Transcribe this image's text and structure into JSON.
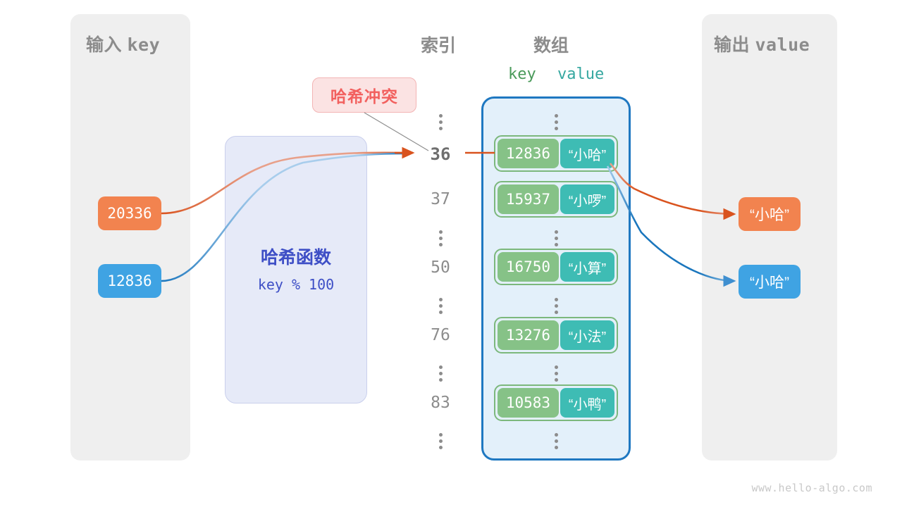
{
  "diagram": {
    "watermark": "www.hello-algo.com"
  },
  "input_panel": {
    "title_cn": "输入",
    "title_mono": "key",
    "keys": [
      {
        "value": "20336",
        "color": "#f2834f"
      },
      {
        "value": "12836",
        "color": "#3fa3e3"
      }
    ]
  },
  "hash_function": {
    "name": "哈希函数",
    "expression": "key % 100"
  },
  "collision": {
    "label": "哈希冲突"
  },
  "headers": {
    "index": "索引",
    "array": "数组",
    "key": "key",
    "value": "value"
  },
  "index_column": [
    "⋮",
    "36",
    "37",
    "⋮",
    "50",
    "⋮",
    "76",
    "⋮",
    "83",
    "⋮"
  ],
  "highlighted_index": "36",
  "buckets": [
    {
      "index": "36",
      "key": "12836",
      "value": "“小哈”"
    },
    {
      "index": "37",
      "key": "15937",
      "value": "“小啰”"
    },
    {
      "index": "50",
      "key": "16750",
      "value": "“小算”"
    },
    {
      "index": "76",
      "key": "13276",
      "value": "“小法”"
    },
    {
      "index": "83",
      "key": "10583",
      "value": "“小鸭”"
    }
  ],
  "output_panel": {
    "title_cn": "输出",
    "title_mono": "value",
    "values": [
      {
        "value": "“小哈”",
        "color": "#f2834f"
      },
      {
        "value": "“小哈”",
        "color": "#3fa3e3"
      }
    ]
  },
  "colors": {
    "panel_bg": "#efefef",
    "array_bg": "#e3f0fa",
    "array_border": "#1f78c1",
    "key_cell": "#86c287",
    "value_cell": "#3ebcb4",
    "bucket_border": "#7cb87c",
    "hash_bg": "#e1e5f7",
    "hash_text": "#3e4fc6",
    "collision_bg": "#fbe3e3",
    "collision_text": "#f2605e",
    "orange": "#f2834f",
    "blue": "#3fa3e3",
    "muted_text": "#8c8c8c"
  }
}
